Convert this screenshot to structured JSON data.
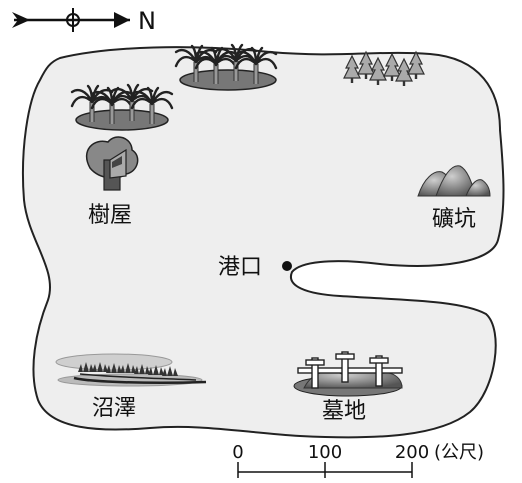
{
  "compass": {
    "north_label": "N"
  },
  "places": {
    "tree_house": "樹屋",
    "mine": "礦坑",
    "harbor": "港口",
    "swamp": "沼澤",
    "cemetery": "墓地"
  },
  "scale_bar": {
    "ticks": [
      "0",
      "100",
      "200"
    ],
    "unit": "(公尺)"
  },
  "colors": {
    "island_fill": "#eeeeee",
    "outline": "#222222",
    "vegetation_dark": "#555555",
    "vegetation_light": "#bbbbbb"
  }
}
